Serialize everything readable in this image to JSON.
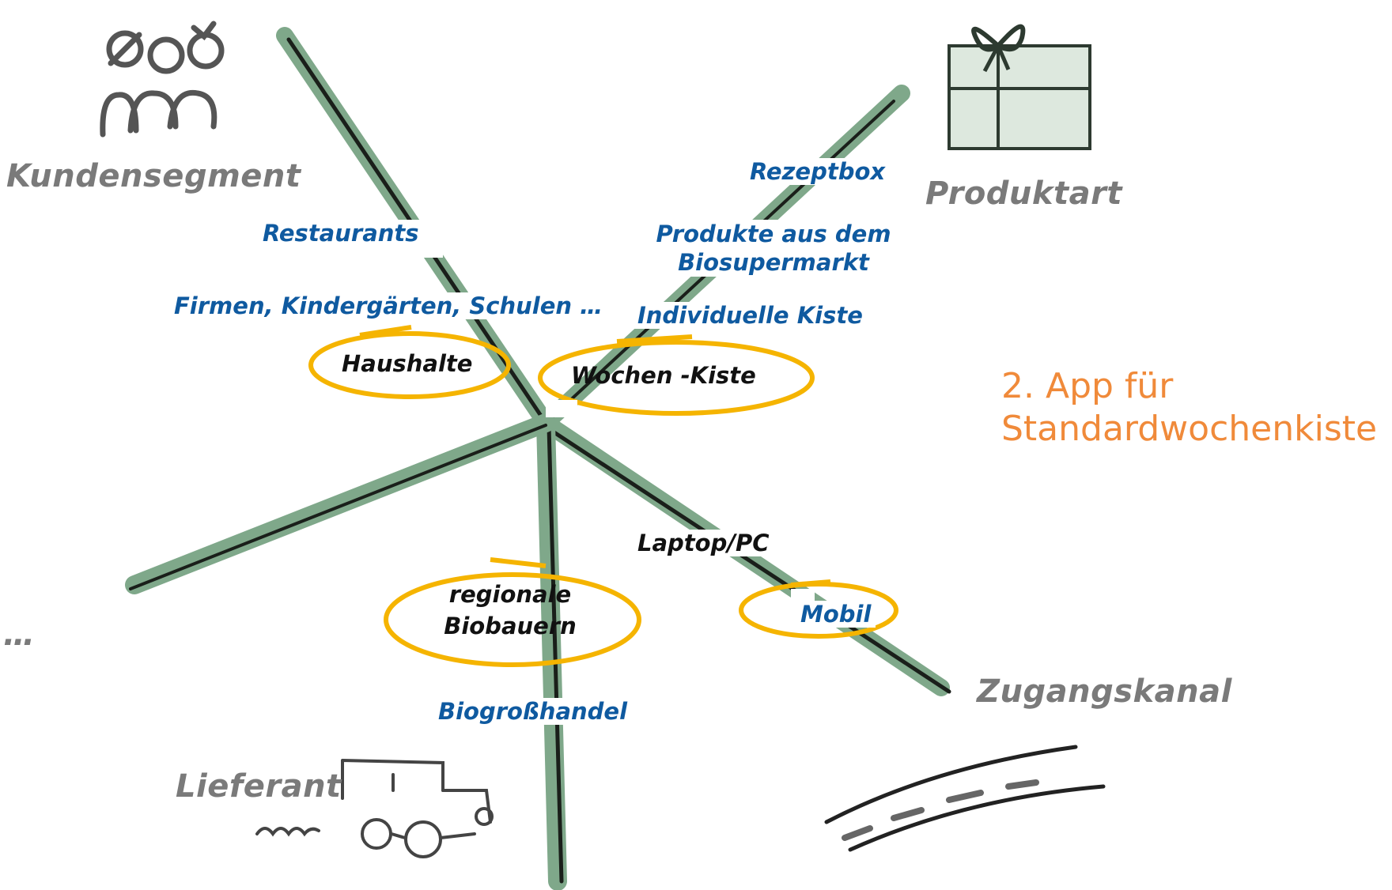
{
  "axes": {
    "kundensegment": {
      "title": "Kundensegment",
      "options": [
        "Restaurants",
        "Firmen, Kindergärten, Schulen …",
        "Haushalte"
      ],
      "selected": "Haushalte"
    },
    "produktart": {
      "title": "Produktart",
      "options": [
        "Rezeptbox",
        "Produkte aus dem Biosupermarkt",
        "Individuelle Kiste",
        "Wochen -Kiste"
      ],
      "selected": "Wochen -Kiste"
    },
    "zugangskanal": {
      "title": "Zugangskanal",
      "options": [
        "Laptop/PC",
        "Mobil"
      ],
      "selected": "Mobil"
    },
    "lieferant": {
      "title": "Lieferant",
      "options": [
        "regionale Biobauern",
        "Biogroßhandel"
      ],
      "selected": "regionale Biobauern"
    }
  },
  "labels": {
    "restaurants": "Restaurants",
    "firmen": "Firmen, Kindergärten, Schulen …",
    "haushalte": "Haushalte",
    "rezeptbox": "Rezeptbox",
    "biosupermarkt_1": "Produkte aus dem",
    "biosupermarkt_2": "Biosupermarkt",
    "individuelle": "Individuelle Kiste",
    "wochen": "Wochen -Kiste",
    "laptop": "Laptop/PC",
    "mobil": "Mobil",
    "regionale_1": "regionale",
    "regionale_2": "Biobauern",
    "biogross": "Biogroßhandel",
    "ellipsis": "…"
  },
  "note": {
    "line1": "2. App für",
    "line2": "Standardwochenkiste"
  },
  "colors": {
    "axis_green": "#7fa88a",
    "axis_dark": "#1a1f1a",
    "highlight": "#f5b400",
    "option_blue": "#0f5aa0",
    "axis_title_gray": "#7a7a7a",
    "note_orange": "#f08a3a"
  },
  "icons": [
    "customers-icon",
    "gift-box-icon",
    "tractor-icon",
    "road-icon"
  ]
}
